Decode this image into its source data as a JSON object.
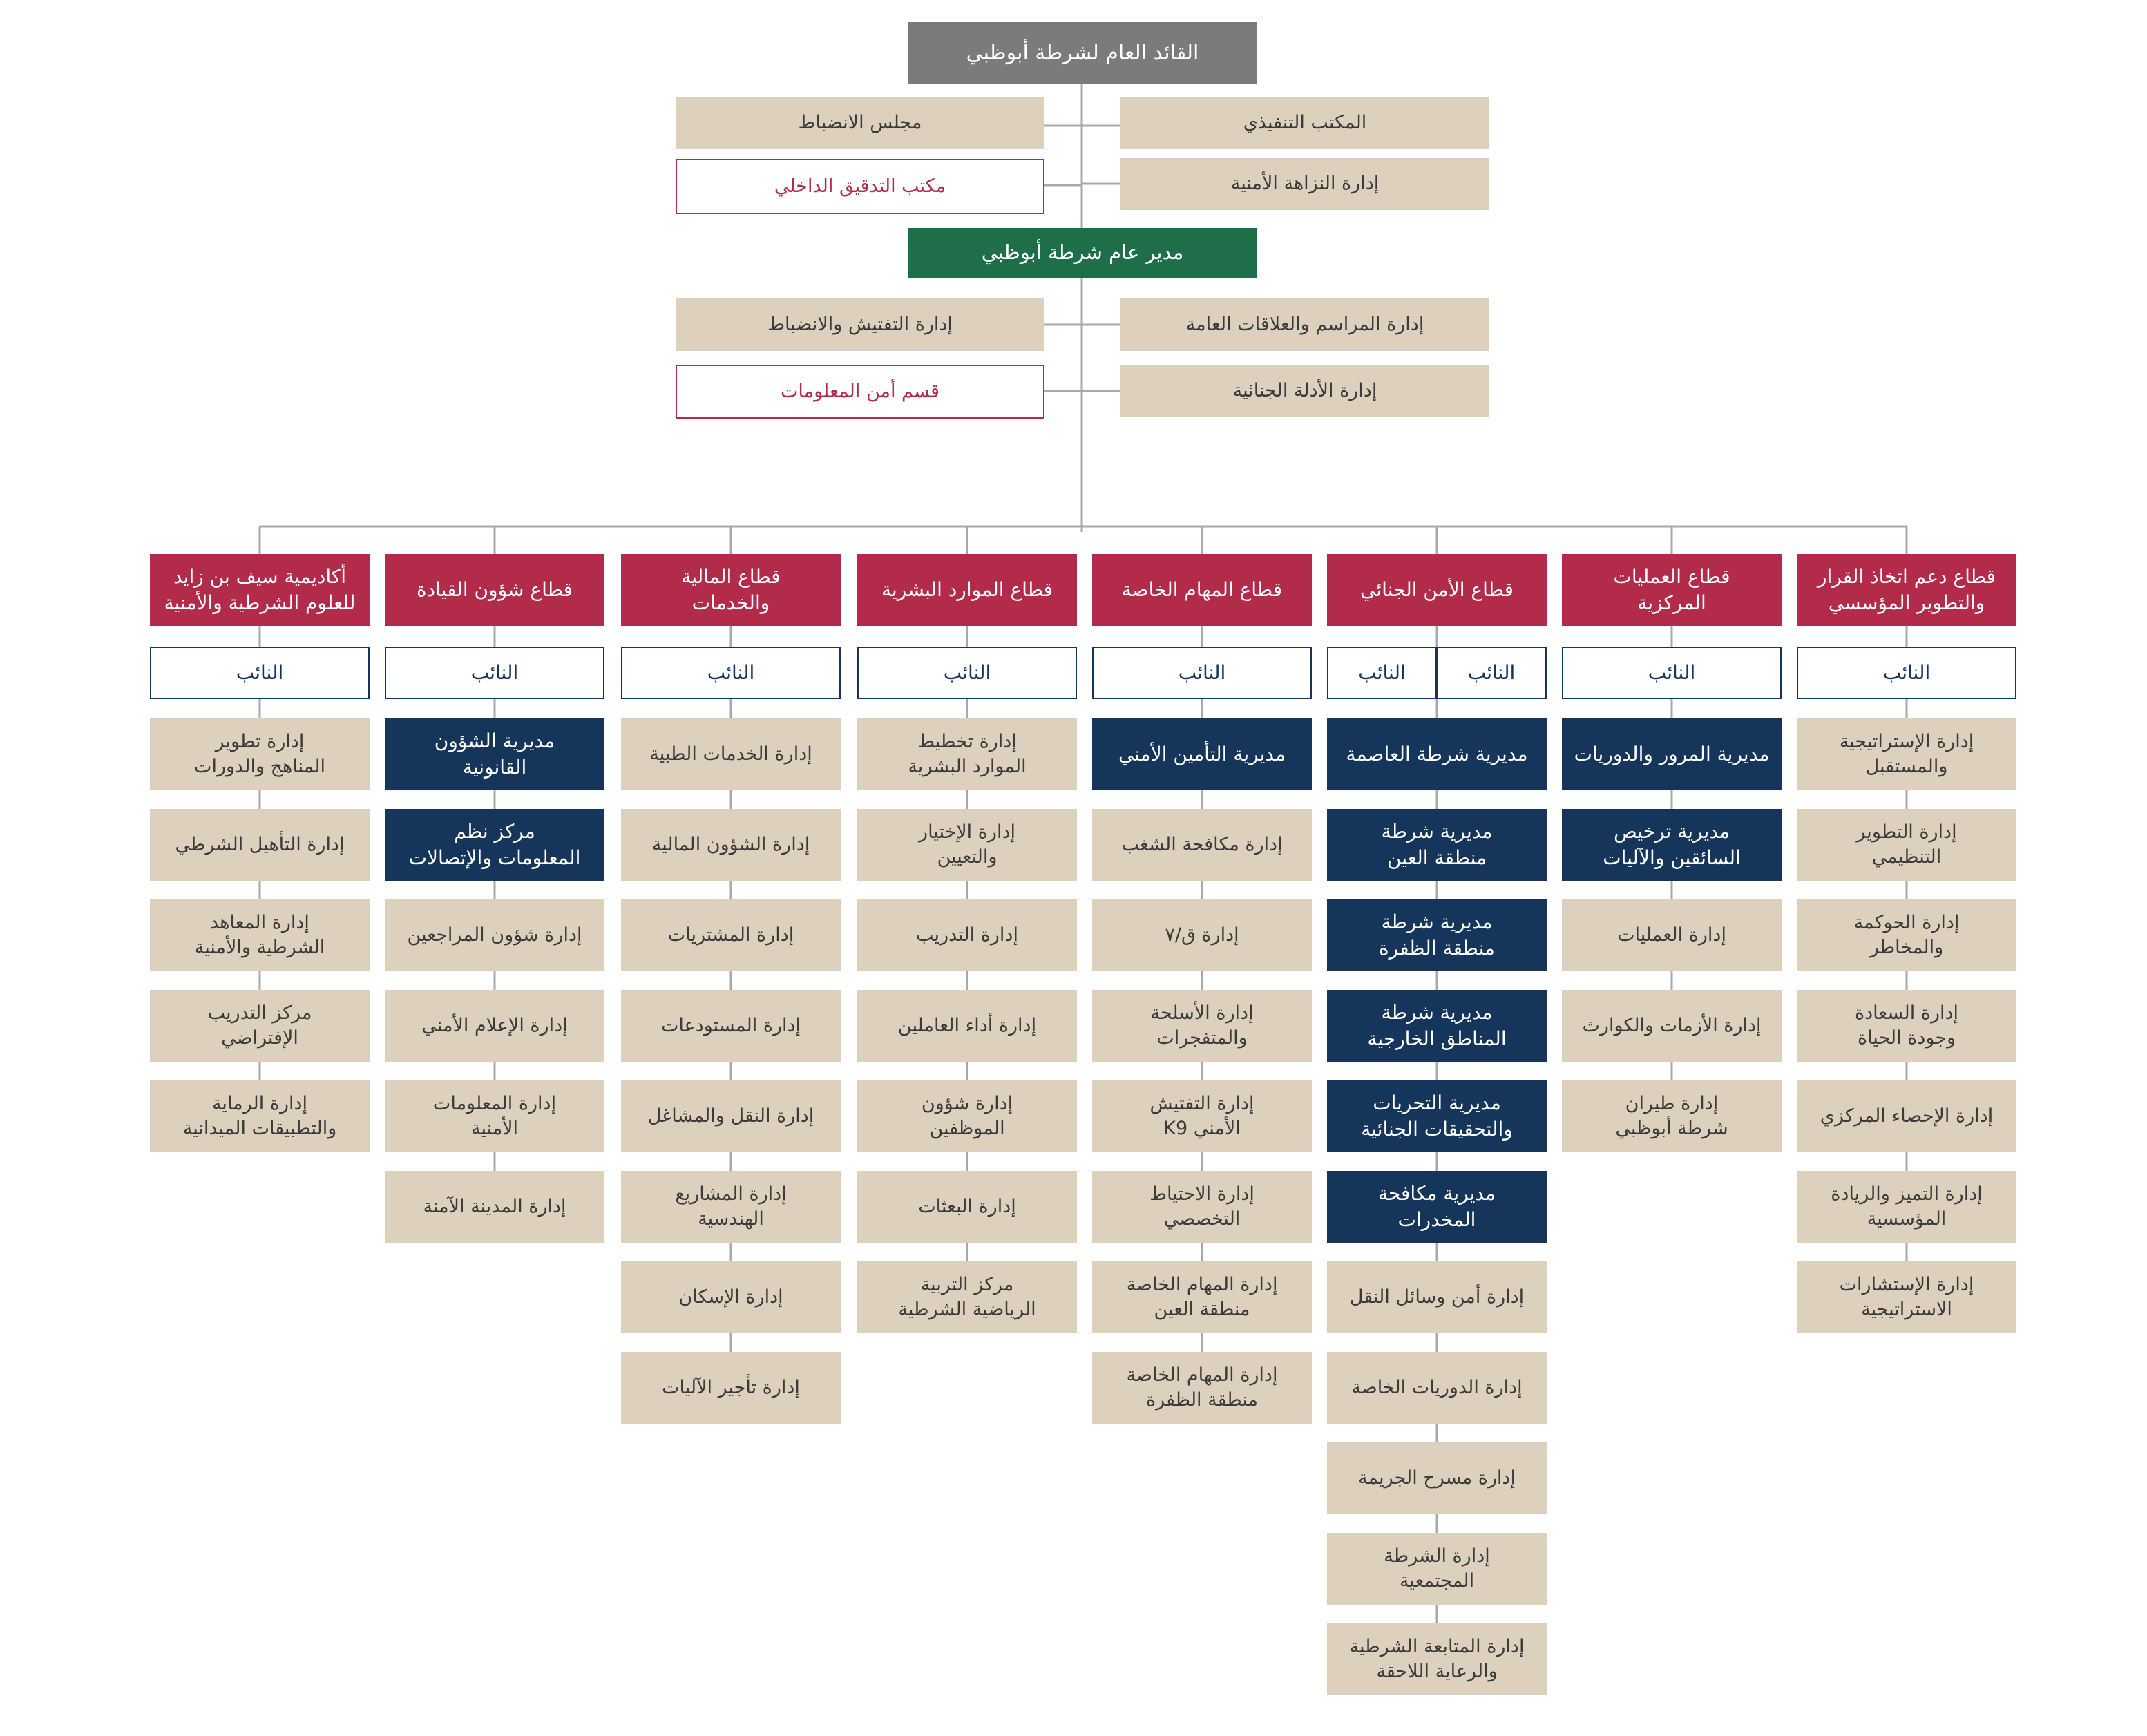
{
  "chart_data": {
    "type": "org_chart",
    "top": {
      "chief": "القائد العام لشرطة أبوظبي",
      "discipline_council": "مجلس الانضباط",
      "executive_office": "المكتب التنفيذي",
      "internal_audit": "مكتب التدقيق الداخلي",
      "security_integrity": "إدارة النزاهة الأمنية",
      "director_general": "مدير عام شرطة أبوظبي",
      "inspection_discipline": "إدارة التفتيش والانضباط",
      "protocol_pr": "إدارة المراسم والعلاقات العامة",
      "info_security": "قسم أمن المعلومات",
      "criminal_evidence": "إدارة الأدلة الجنائية"
    },
    "deputy_label": "النائب",
    "sectors": [
      {
        "title": "قطاع دعم اتخاذ القرار\nوالتطوير المؤسسي",
        "units": [
          {
            "label": "إدارة الإستراتيجية\nوالمستقبل",
            "style": "beige"
          },
          {
            "label": "إدارة التطوير\nالتنظيمي",
            "style": "beige"
          },
          {
            "label": "إدارة الحوكمة\nوالمخاطر",
            "style": "beige"
          },
          {
            "label": "إدارة السعادة\nوجودة الحياة",
            "style": "beige"
          },
          {
            "label": "إدارة الإحصاء المركزي",
            "style": "beige"
          },
          {
            "label": "إدارة التميز والريادة\nالمؤسسية",
            "style": "beige"
          },
          {
            "label": "إدارة الإستشارات\nالاستراتيجية",
            "style": "beige"
          }
        ]
      },
      {
        "title": "قطاع العمليات\nالمركزية",
        "units": [
          {
            "label": "مديرية المرور والدوريات",
            "style": "navy"
          },
          {
            "label": "مديرية ترخيص\nالسائقين والآليات",
            "style": "navy"
          },
          {
            "label": "إدارة العمليات",
            "style": "beige"
          },
          {
            "label": "إدارة الأزمات والكوارث",
            "style": "beige"
          },
          {
            "label": "إدارة طيران\nشرطة أبوظبي",
            "style": "beige"
          }
        ]
      },
      {
        "title": "قطاع الأمن الجنائي",
        "two_deputies": true,
        "units": [
          {
            "label": "مديرية شرطة العاصمة",
            "style": "navy"
          },
          {
            "label": "مديرية شرطة\nمنطقة العين",
            "style": "navy"
          },
          {
            "label": "مديرية شرطة\nمنطقة الظفرة",
            "style": "navy"
          },
          {
            "label": "مديرية شرطة\nالمناطق الخارجية",
            "style": "navy"
          },
          {
            "label": "مديرية التحريات\nوالتحقيقات الجنائية",
            "style": "navy"
          },
          {
            "label": "مديرية مكافحة\nالمخدرات",
            "style": "navy"
          },
          {
            "label": "إدارة أمن وسائل النقل",
            "style": "beige"
          },
          {
            "label": "إدارة الدوريات الخاصة",
            "style": "beige"
          },
          {
            "label": "إدارة مسرح الجريمة",
            "style": "beige"
          },
          {
            "label": "إدارة الشرطة\nالمجتمعية",
            "style": "beige"
          },
          {
            "label": "إدارة المتابعة الشرطية\nوالرعاية اللاحقة",
            "style": "beige"
          }
        ]
      },
      {
        "title": "قطاع المهام الخاصة",
        "units": [
          {
            "label": "مديرية التأمين الأمني",
            "style": "navy"
          },
          {
            "label": "إدارة مكافحة الشغب",
            "style": "beige"
          },
          {
            "label": "إدارة ق/٧",
            "style": "beige"
          },
          {
            "label": "إدارة الأسلحة\nوالمتفجرات",
            "style": "beige"
          },
          {
            "label": "إدارة التفتيش\nالأمني K9",
            "style": "beige"
          },
          {
            "label": "إدارة الاحتياط\nالتخصصي",
            "style": "beige"
          },
          {
            "label": "إدارة المهام الخاصة\nمنطقة العين",
            "style": "beige"
          },
          {
            "label": "إدارة المهام الخاصة\nمنطقة الظفرة",
            "style": "beige"
          }
        ]
      },
      {
        "title": "قطاع الموارد البشرية",
        "units": [
          {
            "label": "إدارة تخطيط\nالموارد البشرية",
            "style": "beige"
          },
          {
            "label": "إدارة الإختيار\nوالتعيين",
            "style": "beige"
          },
          {
            "label": "إدارة التدريب",
            "style": "beige"
          },
          {
            "label": "إدارة أداء العاملين",
            "style": "beige"
          },
          {
            "label": "إدارة شؤون\nالموظفين",
            "style": "beige"
          },
          {
            "label": "إدارة البعثات",
            "style": "beige"
          },
          {
            "label": "مركز التربية\nالرياضية الشرطية",
            "style": "beige"
          }
        ]
      },
      {
        "title": "قطاع المالية\nوالخدمات",
        "units": [
          {
            "label": "إدارة الخدمات الطبية",
            "style": "beige"
          },
          {
            "label": "إدارة الشؤون المالية",
            "style": "beige"
          },
          {
            "label": "إدارة المشتريات",
            "style": "beige"
          },
          {
            "label": "إدارة المستودعات",
            "style": "beige"
          },
          {
            "label": "إدارة النقل والمشاغل",
            "style": "beige"
          },
          {
            "label": "إدارة المشاريع\nالهندسية",
            "style": "beige"
          },
          {
            "label": "إدارة الإسكان",
            "style": "beige"
          },
          {
            "label": "إدارة تأجير الآليات",
            "style": "beige"
          }
        ]
      },
      {
        "title": "قطاع شؤون القيادة",
        "units": [
          {
            "label": "مديرية الشؤون\nالقانونية",
            "style": "navy"
          },
          {
            "label": "مركز نظم\nالمعلومات والإتصالات",
            "style": "navy"
          },
          {
            "label": "إدارة شؤون المراجعين",
            "style": "beige"
          },
          {
            "label": "إدارة الإعلام الأمني",
            "style": "beige"
          },
          {
            "label": "إدارة المعلومات\nالأمنية",
            "style": "beige"
          },
          {
            "label": "إدارة المدينة الآمنة",
            "style": "beige"
          }
        ]
      },
      {
        "title": "أكاديمية سيف بن زايد\nللعلوم الشرطية والأمنية",
        "units": [
          {
            "label": "إدارة تطوير\nالمناهج والدورات",
            "style": "beige"
          },
          {
            "label": "إدارة التأهيل الشرطي",
            "style": "beige"
          },
          {
            "label": "إدارة المعاهد\nالشرطية والأمنية",
            "style": "beige"
          },
          {
            "label": "مركز التدريب\nالإفتراضي",
            "style": "beige"
          },
          {
            "label": "إدارة الرماية\nوالتطبيقات الميدانية",
            "style": "beige"
          }
        ]
      }
    ]
  }
}
